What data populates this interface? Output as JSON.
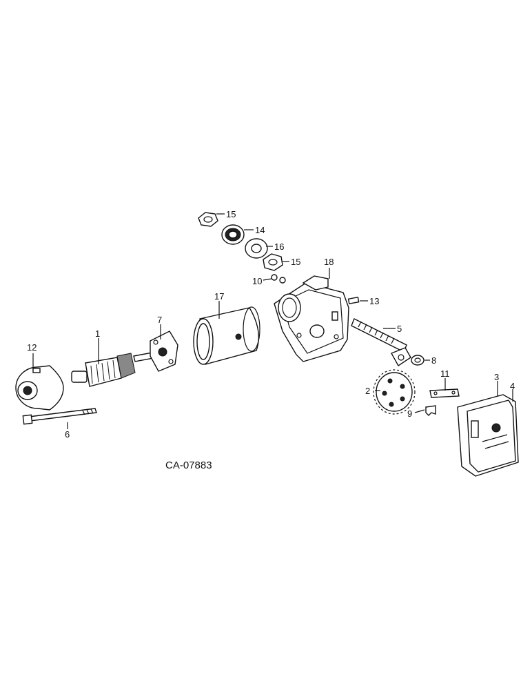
{
  "diagram": {
    "drawing_code": "CA-07883",
    "callouts": {
      "c1": "1",
      "c2": "2",
      "c3": "3",
      "c4": "4",
      "c5": "5",
      "c6": "6",
      "c7": "7",
      "c8": "8",
      "c9": "9",
      "c10": "10",
      "c11": "11",
      "c12": "12",
      "c13": "13",
      "c14": "14",
      "c15a": "15",
      "c15b": "15",
      "c16": "16",
      "c17": "17",
      "c18": "18"
    }
  }
}
